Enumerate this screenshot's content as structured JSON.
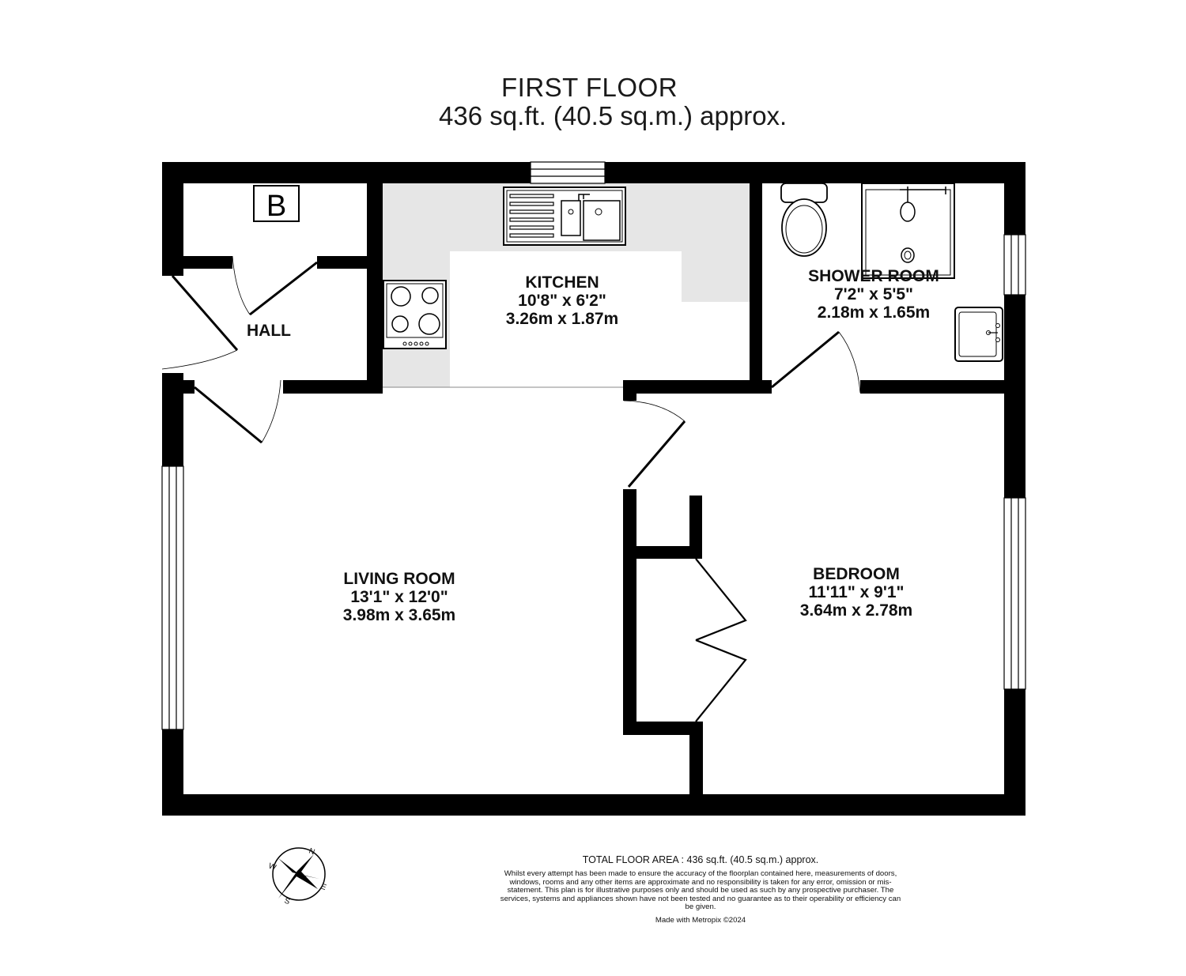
{
  "header": {
    "floor_name": "FIRST FLOOR",
    "floor_area": "436 sq.ft. (40.5 sq.m.) approx."
  },
  "rooms": {
    "kitchen": {
      "name": "KITCHEN",
      "imperial": "10'8\"  x 6'2\"",
      "metric": "3.26m  x 1.87m"
    },
    "shower_room": {
      "name": "SHOWER ROOM",
      "imperial": "7'2\"  x 5'5\"",
      "metric": "2.18m  x 1.65m"
    },
    "hall": {
      "name": "HALL"
    },
    "living_room": {
      "name": "LIVING ROOM",
      "imperial": "13'1\"  x 12'0\"",
      "metric": "3.98m  x 3.65m"
    },
    "bedroom": {
      "name": "BEDROOM",
      "imperial": "11'11\"  x 9'1\"",
      "metric": "3.64m  x 2.78m"
    }
  },
  "boiler_label": "B",
  "compass": {
    "n": "N",
    "e": "E",
    "s": "S",
    "w": "W"
  },
  "footer": {
    "total_area": "TOTAL FLOOR AREA : 436 sq.ft. (40.5 sq.m.) approx.",
    "disclaimer": "Whilst every attempt has been made to ensure the accuracy of the floorplan contained here, measurements of doors, windows, rooms and any other items are approximate and no responsibility is taken for any error, omission or mis-statement. This plan is for illustrative purposes only and should be used as such by any prospective purchaser. The services, systems and appliances shown have not been tested and no guarantee as to their operability or efficiency can be given.",
    "credit": "Made with Metropix ©2024"
  },
  "colors": {
    "wall": "#000000",
    "kitchen_floor": "#e6e6e6",
    "window": "#ffffff"
  }
}
